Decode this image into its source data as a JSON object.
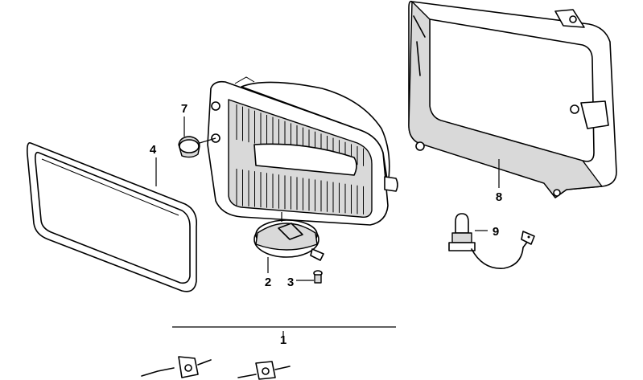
{
  "callouts": [
    {
      "id": "c1",
      "label": "1"
    },
    {
      "id": "c2",
      "label": "2"
    },
    {
      "id": "c3",
      "label": "3"
    },
    {
      "id": "c4",
      "label": "4"
    },
    {
      "id": "c7",
      "label": "7"
    },
    {
      "id": "c8",
      "label": "8"
    },
    {
      "id": "c9",
      "label": "9"
    }
  ]
}
